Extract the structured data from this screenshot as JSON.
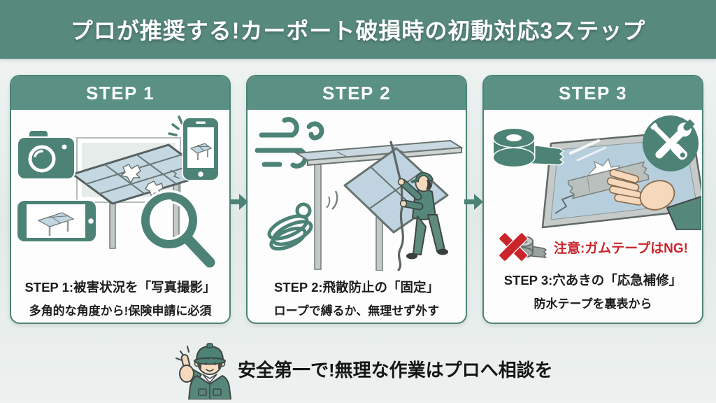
{
  "header": {
    "title": "プロが推奨する!カーポート破損時の初動対応3ステップ"
  },
  "steps": [
    {
      "badge": "STEP 1",
      "caption_title": "STEP 1:被害状況を「写真撮影」",
      "caption_sub": "多角的な角度から!保険申請に必須",
      "illustration": {
        "subject": "damaged-carport-photo",
        "icons": [
          "camera-icon",
          "smartphone-portrait-icon",
          "smartphone-landscape-icon",
          "magnifier-icon"
        ]
      }
    },
    {
      "badge": "STEP 2",
      "caption_title": "STEP 2:飛散防止の「固定」",
      "caption_sub": "ロープで縛るか、無理せず外す",
      "illustration": {
        "subject": "worker-tying-loose-panel",
        "icons": [
          "wind-icon",
          "rope-coil-icon"
        ]
      }
    },
    {
      "badge": "STEP 3",
      "warning": "注意:ガムテープはNG!",
      "caption_title": "STEP 3:穴あきの「応急補修」",
      "caption_sub": "防水テープを裏表から",
      "illustration": {
        "subject": "hand-taping-hole",
        "icons": [
          "tape-roll-icon",
          "tools-badge-icon",
          "no-duct-tape-icon"
        ]
      }
    }
  ],
  "connectors": {
    "arrow_icon": "arrow-right-icon"
  },
  "footer": {
    "message": "安全第一で!無理な作業はプロへ相談を",
    "icon": "worker-thumbs-up-icon"
  },
  "colors": {
    "header_green": "#57897d",
    "card_header_green": "#5a9184",
    "icon_green": "#4c8376",
    "warning_red": "#c9252b",
    "panel_blue": "#bfd4e0",
    "frame_gray": "#c6cbc9",
    "skin": "#f6d9bc",
    "text_dark": "#1d1d1d",
    "background": "#e7edeb"
  }
}
